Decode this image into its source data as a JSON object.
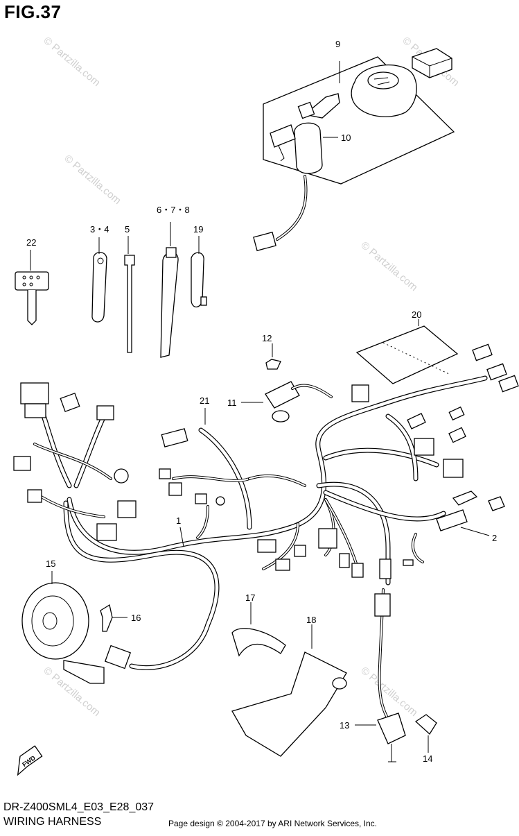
{
  "figure": {
    "title": "FIG.37",
    "code": "DR-Z400SML4_E03_E28_037",
    "heading": "WIRING HARNESS",
    "credit": "Page design © 2004-2017 by ARI Network Services, Inc.",
    "watermark": "© Partzilla.com",
    "fwd_arrow_text": "FWD"
  },
  "callouts": [
    {
      "id": "c1",
      "text": "1"
    },
    {
      "id": "c2",
      "text": "2"
    },
    {
      "id": "c34",
      "text": "3・4"
    },
    {
      "id": "c5",
      "text": "5"
    },
    {
      "id": "c678",
      "text": "6・7・8"
    },
    {
      "id": "c9",
      "text": "9"
    },
    {
      "id": "c10",
      "text": "10"
    },
    {
      "id": "c11",
      "text": "11"
    },
    {
      "id": "c12",
      "text": "12"
    },
    {
      "id": "c13",
      "text": "13"
    },
    {
      "id": "c14",
      "text": "14"
    },
    {
      "id": "c15",
      "text": "15"
    },
    {
      "id": "c16",
      "text": "16"
    },
    {
      "id": "c17",
      "text": "17"
    },
    {
      "id": "c18",
      "text": "18"
    },
    {
      "id": "c19",
      "text": "19"
    },
    {
      "id": "c20",
      "text": "20"
    },
    {
      "id": "c21",
      "text": "21"
    },
    {
      "id": "c22",
      "text": "22"
    }
  ]
}
